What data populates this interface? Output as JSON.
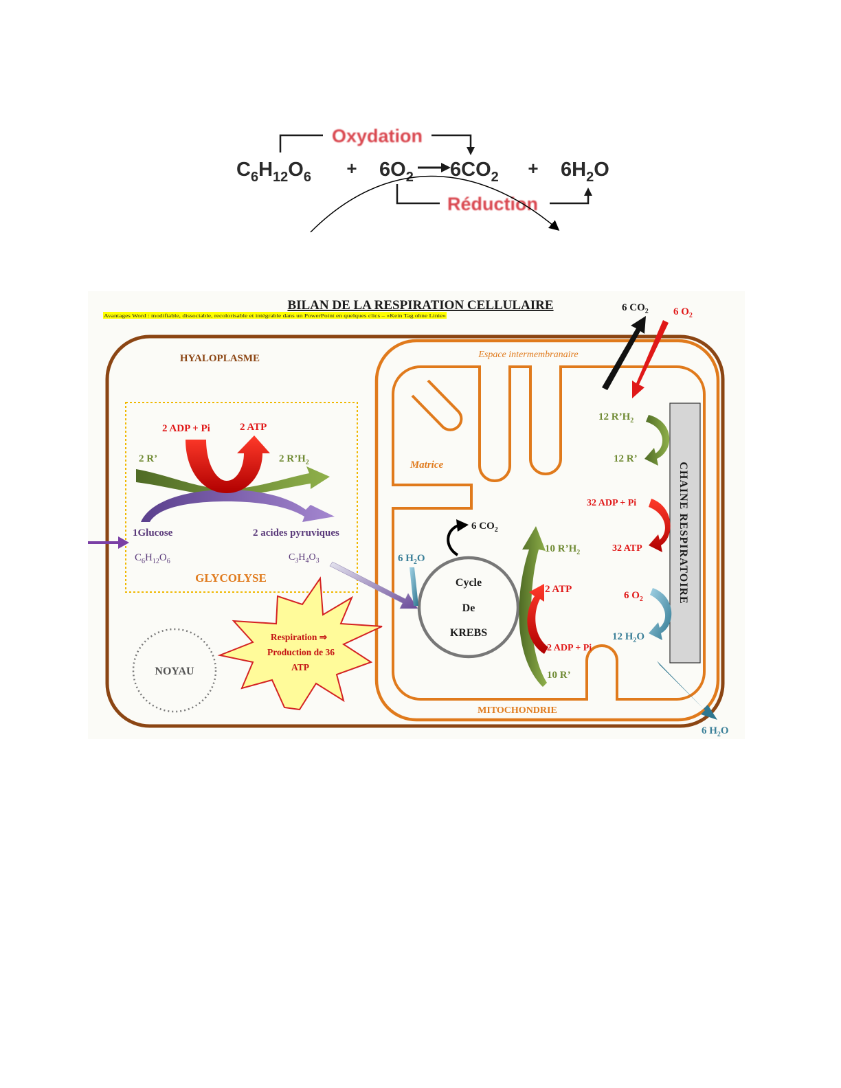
{
  "equation": {
    "glucose": [
      "C",
      "6",
      "H",
      "12",
      "O",
      "6"
    ],
    "plus1": "+",
    "oxygen": [
      "6O",
      "2"
    ],
    "co2": [
      "6CO",
      "2"
    ],
    "plus2": "+",
    "water": [
      "6H",
      "2",
      "O"
    ],
    "oxidation_label": "Oxydation",
    "reduction_label": "Réduction"
  },
  "diagram": {
    "title": "BILAN DE LA RESPIRATION CELLULAIRE",
    "note": "Avantages Word : modifiable, dissociable, recolorisable et intégrable dans un PowerPoint en quelques clics – »Kein Tag ohne Linie»",
    "cell_labels": {
      "hyaloplasme": "HYALOPLASME",
      "noyau": "NOYAU",
      "mitochondrie": "MITOCHONDRIE",
      "espace": "Espace intermembranaire",
      "matrice": "Matrice"
    },
    "glycolyse": {
      "title": "GLYCOLYSE",
      "adp": "2 ADP + Pi",
      "atp": "2 ATP",
      "r": "2 R’",
      "rh2": "2 R’H",
      "rh2_sub": "2",
      "glucose": "1Glucose",
      "glucose_formula": [
        "C",
        "6",
        "H",
        "12",
        "O",
        "6"
      ],
      "pyruvate": "2 acides pyruviques",
      "pyruvate_formula": [
        "C",
        "3",
        "H",
        "4",
        "O",
        "3"
      ]
    },
    "star_text": [
      "Respiration ⇒",
      "Production de 36",
      "ATP"
    ],
    "krebs": {
      "line1": "Cycle",
      "line2": "De",
      "line3": "KREBS",
      "co2": "6 CO",
      "co2_sub": "2",
      "h2o": "6 H",
      "h2o_sub": "2",
      "h2o_end": "O",
      "rh2": "10 R’H",
      "rh2_sub": "2",
      "atp": "2 ATP",
      "adp": "2 ADP + Pi",
      "r": "10 R’"
    },
    "chaine": {
      "title": "CHAINE RESPIRATOIRE",
      "rh2": "12  R’H",
      "rh2_sub": "2",
      "r": "12 R’",
      "adp": "32 ADP + Pi",
      "atp": "32 ATP",
      "o2": "6 O",
      "o2_sub": "2",
      "h2o": "12 H",
      "h2o_sub": "2",
      "h2o_end": "O"
    },
    "exchange": {
      "co2_out": "6 CO",
      "co2_out_sub": "2",
      "o2_in": "6 O",
      "o2_in_sub": "2",
      "h2o_out": "6 H",
      "h2o_out_sub": "2",
      "h2o_out_end": "O"
    },
    "colors": {
      "cell_border": "#8b4513",
      "mito_border": "#e07a1c",
      "green": "#6f8a33",
      "red": "#e01818",
      "purple": "#6a4a9a",
      "teal": "#3a7f98",
      "highlight": "#ffff00"
    }
  }
}
